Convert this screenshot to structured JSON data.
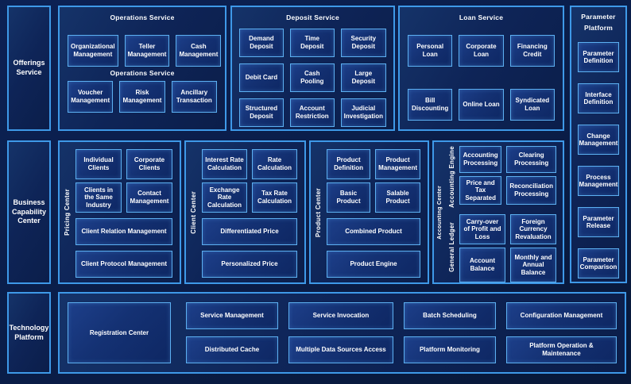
{
  "colors": {
    "background": "#091b42",
    "panel_fill": "#0e2457",
    "box_fill": "#143173",
    "border_accent": "#3e99e8",
    "box_border": "#5cb0f2",
    "text": "#ffffff"
  },
  "sidebars": {
    "offerings": "Offerings Service",
    "business": "Business Capability Center",
    "technology": "Technology Platform"
  },
  "operations": {
    "title": "Operations Service",
    "subtitle": "Operations Service",
    "row1": [
      "Organizational Management",
      "Teller Management",
      "Cash Management"
    ],
    "row2": [
      "Voucher Management",
      "Risk Management",
      "Ancillary Transaction"
    ]
  },
  "deposit": {
    "title": "Deposit Service",
    "boxes": [
      "Demand Deposit",
      "Time Deposit",
      "Security Deposit",
      "Debit Card",
      "Cash Pooling",
      "Large Deposit",
      "Structured Deposit",
      "Account Restriction",
      "Judicial Investigation"
    ]
  },
  "loan": {
    "title": "Loan Service",
    "row1": [
      "Personal Loan",
      "Corporate Loan",
      "Financing Credit"
    ],
    "row2": [
      "Bill Discounting",
      "Online Loan",
      "Syndicated Loan"
    ]
  },
  "parameter": {
    "title": "Parameter Platform",
    "boxes": [
      "Parameter Definition",
      "Interface Definition",
      "Change Management",
      "Process Management",
      "Parameter Release",
      "Parameter Comparison"
    ]
  },
  "pricing": {
    "label": "Pricing Center",
    "small": [
      "Individual Clients",
      "Corporate Clients",
      "Clients in the Same Industry",
      "Contact Management"
    ],
    "wide": [
      "Client Relation Management",
      "Client Protocol Management"
    ]
  },
  "client": {
    "label": "Client Center",
    "small": [
      "Interest Rate Calculation",
      "Rate Calculation",
      "Exchange Rate Calculation",
      "Tax Rate Calculation"
    ],
    "wide": [
      "Differentiated Price",
      "Personalized Price"
    ]
  },
  "product": {
    "label": "Product Center",
    "small": [
      "Product Definition",
      "Product Management",
      "Basic Product",
      "Salable Product"
    ],
    "wide": [
      "Combined Product",
      "Product Engine"
    ]
  },
  "accounting": {
    "label": "Accounting Center",
    "engine_label": "Accounting Engine",
    "ledger_label": "General Ledger",
    "engine_boxes": [
      "Accounting Processing",
      "Clearing Processing",
      "Price and Tax Separated",
      "Reconciliation Processing"
    ],
    "ledger_boxes": [
      "Carry-over of Profit and Loss",
      "Foreign Currency Revaluation",
      "Account Balance",
      "Monthly and Annual Balance"
    ]
  },
  "technology": {
    "registration": "Registration Center",
    "row1": [
      "Service Management",
      "Service Invocation",
      "Batch Scheduling",
      "Configuration Management"
    ],
    "row2": [
      "Distributed Cache",
      "Multiple Data Sources Access",
      "Platform Monitoring",
      "Platform Operation & Maintenance"
    ]
  }
}
